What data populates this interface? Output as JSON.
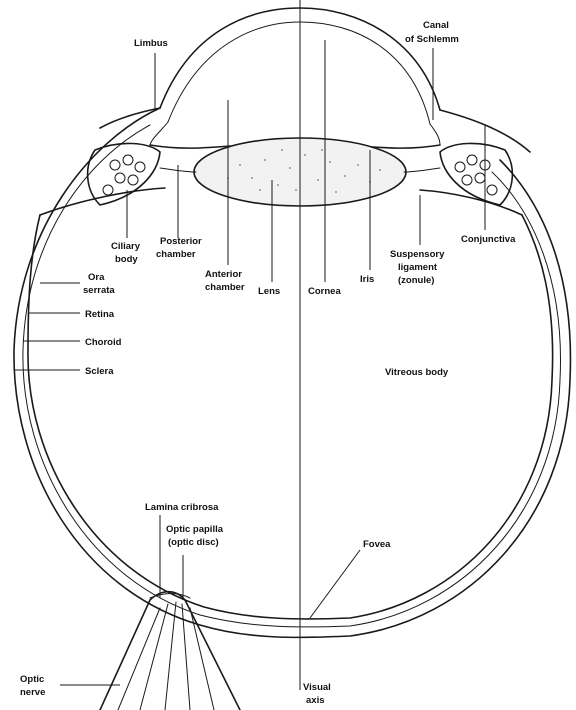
{
  "diagram": {
    "labels": {
      "limbus": "Limbus",
      "canal_line1": "Canal",
      "canal_line2": "of Schlemm",
      "ciliary_line1": "Ciliary",
      "ciliary_line2": "body",
      "posterior_line1": "Posterior",
      "posterior_line2": "chamber",
      "anterior_line1": "Anterior",
      "anterior_line2": "chamber",
      "lens": "Lens",
      "cornea": "Cornea",
      "iris": "Iris",
      "suspensory_line1": "Suspensory",
      "suspensory_line2": "ligament",
      "suspensory_line3": "(zonule)",
      "conjunctiva": "Conjunctiva",
      "ora_line1": "Ora",
      "ora_line2": "serrata",
      "retina": "Retina",
      "choroid": "Choroid",
      "sclera": "Sclera",
      "vitreous": "Vitreous body",
      "lamina": "Lamina cribrosa",
      "papilla_line1": "Optic papilla",
      "papilla_line2": "(optic disc)",
      "fovea": "Fovea",
      "optic_line1": "Optic",
      "optic_line2": "nerve",
      "visual_line1": "Visual",
      "visual_line2": "axis"
    }
  }
}
